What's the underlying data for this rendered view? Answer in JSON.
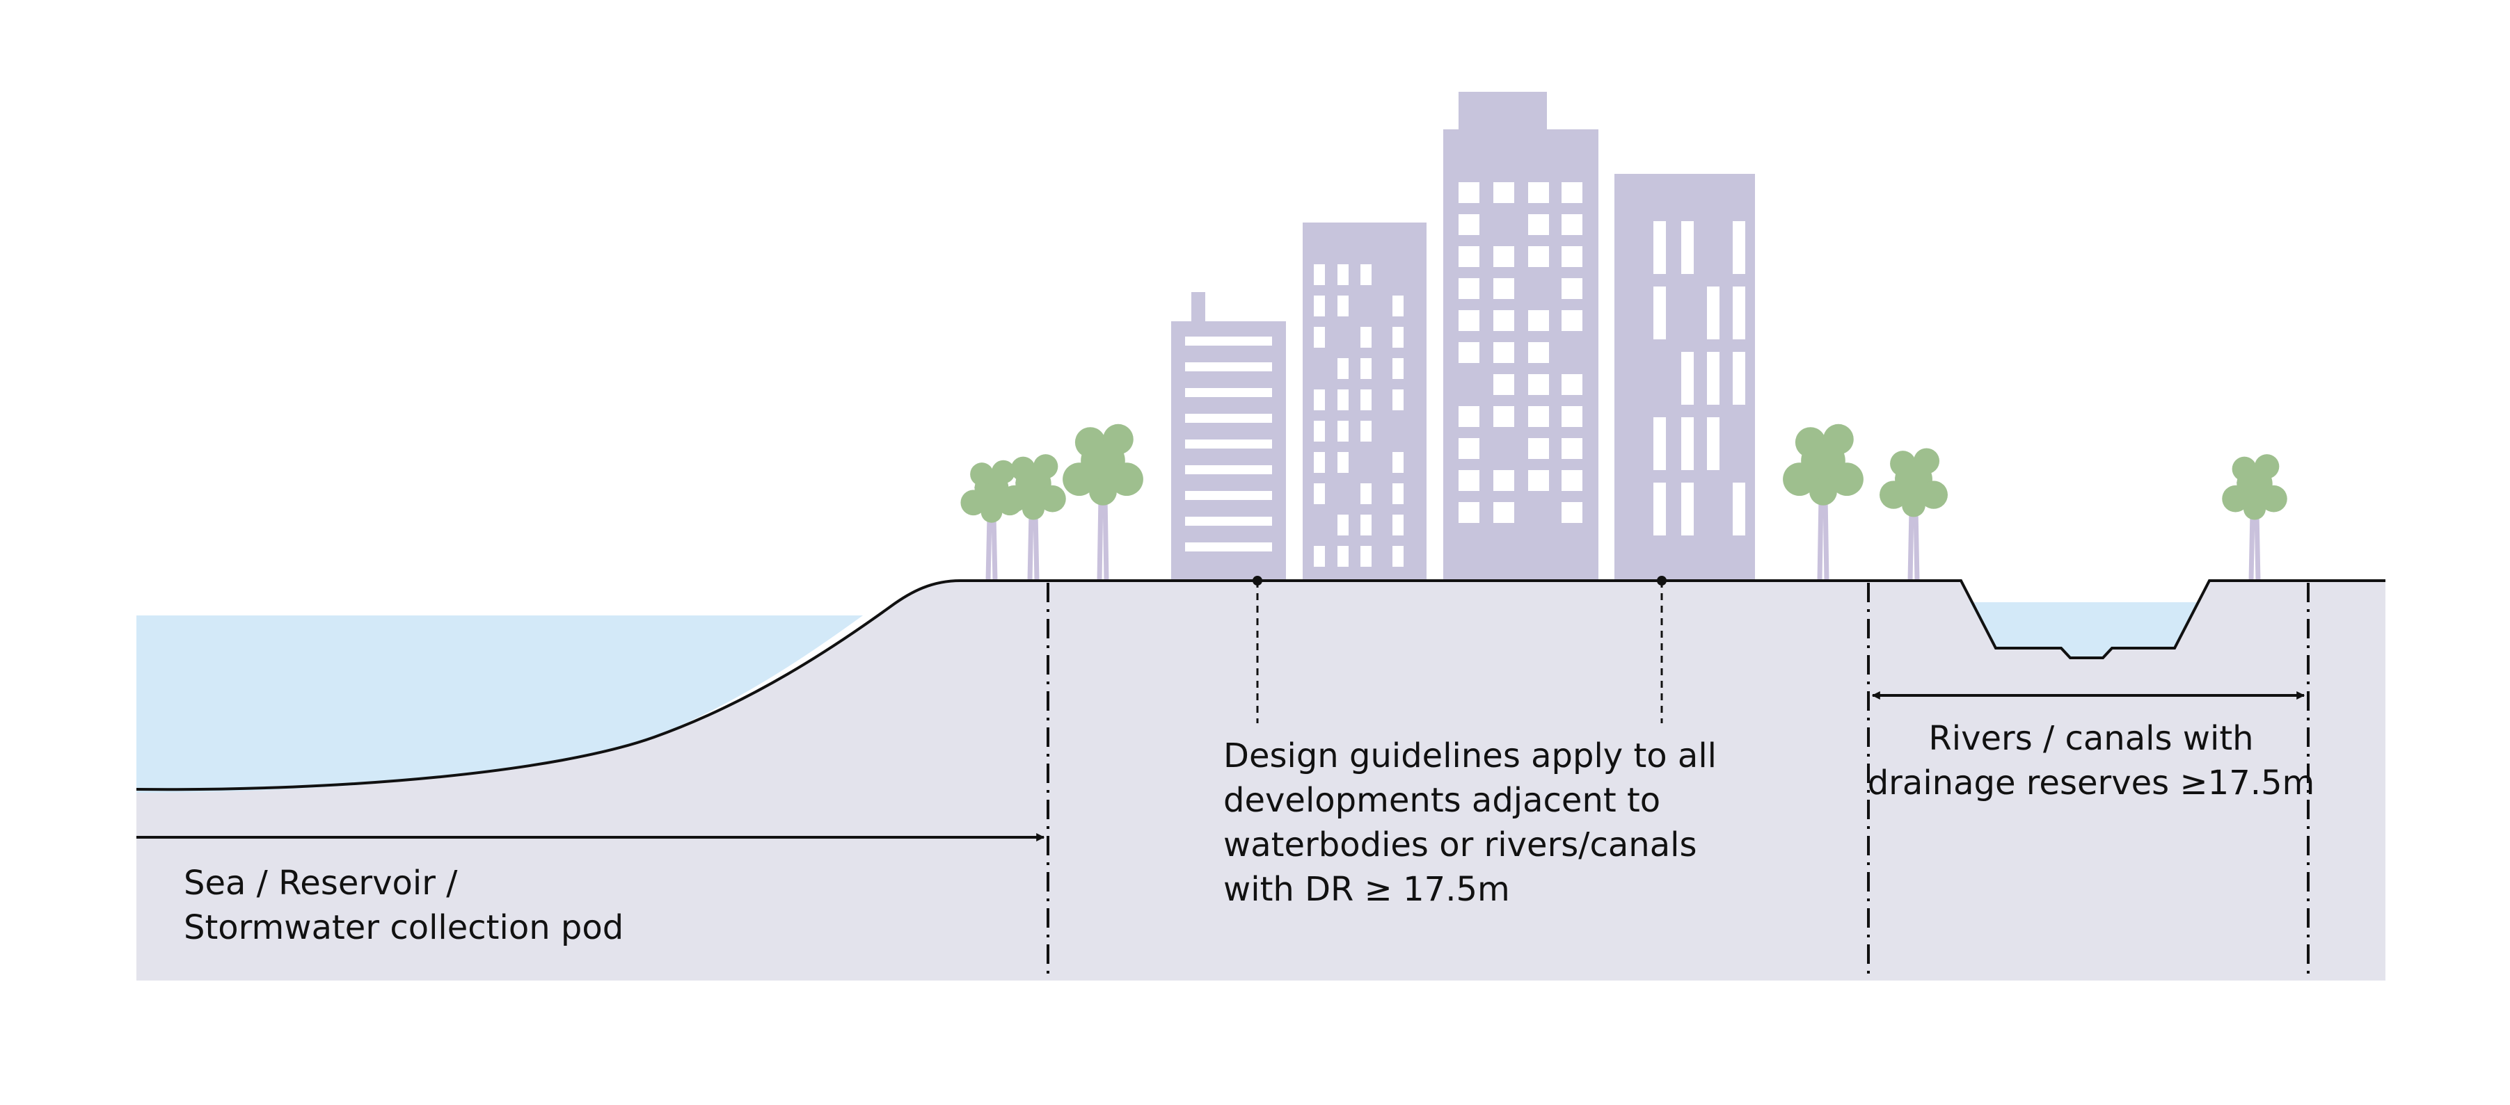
{
  "colors": {
    "ground": "#e3e3ec",
    "water": "#d3e9f8",
    "building": "#c7c4dc",
    "window": "#ffffff",
    "tree_foliage": "#9ebf8e",
    "tree_trunk": "#c9c1dc",
    "line": "#111111"
  },
  "labels": {
    "sea": [
      "Sea / Reservoir /",
      "Stormwater collection pod"
    ],
    "guidelines": [
      "Design guidelines apply to all",
      "developments adjacent to",
      "waterbodies or rivers/canals",
      "with DR ≥ 17.5m"
    ],
    "rivers": [
      "Rivers / canals with",
      "drainage reserves ≥17.5m"
    ]
  }
}
